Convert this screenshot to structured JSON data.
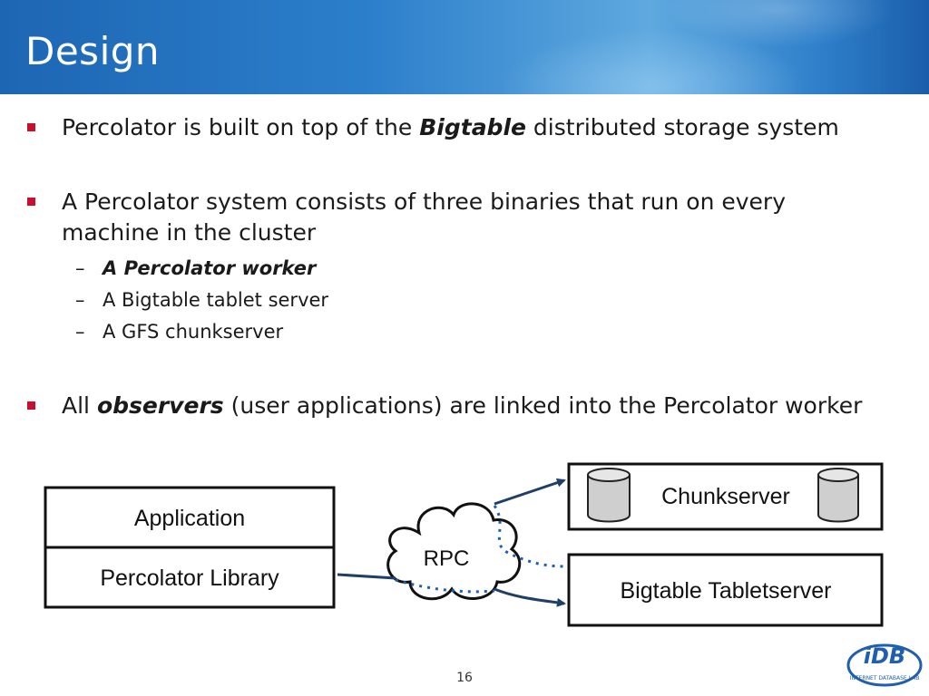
{
  "slide": {
    "title": "Design",
    "page_number": "16"
  },
  "bullets": {
    "b1": {
      "pre": "Percolator is built on top of the ",
      "em": "Bigtable",
      "post": " distributed storage system"
    },
    "b2": {
      "line1": "A Percolator system consists of three binaries that run on every",
      "line2": "machine in the cluster",
      "subs": [
        "A Percolator worker",
        "A Bigtable tablet server",
        "A GFS chunkserver"
      ]
    },
    "b3": {
      "pre": "All ",
      "em": "observers",
      "post": " (user applications) are linked into the Percolator worker"
    }
  },
  "diagram": {
    "application": "Application",
    "library": "Percolator Library",
    "rpc": "RPC",
    "chunkserver": "Chunkserver",
    "tabletserver": "Bigtable Tabletserver"
  },
  "logo": {
    "text": "iDB",
    "ring_text": "INTERNET DATABASE LAB",
    "color": "#1f5fae"
  },
  "colors": {
    "bullet": "#c8102e",
    "arrow": "#1f3f66",
    "header": "#2c7fcb"
  }
}
